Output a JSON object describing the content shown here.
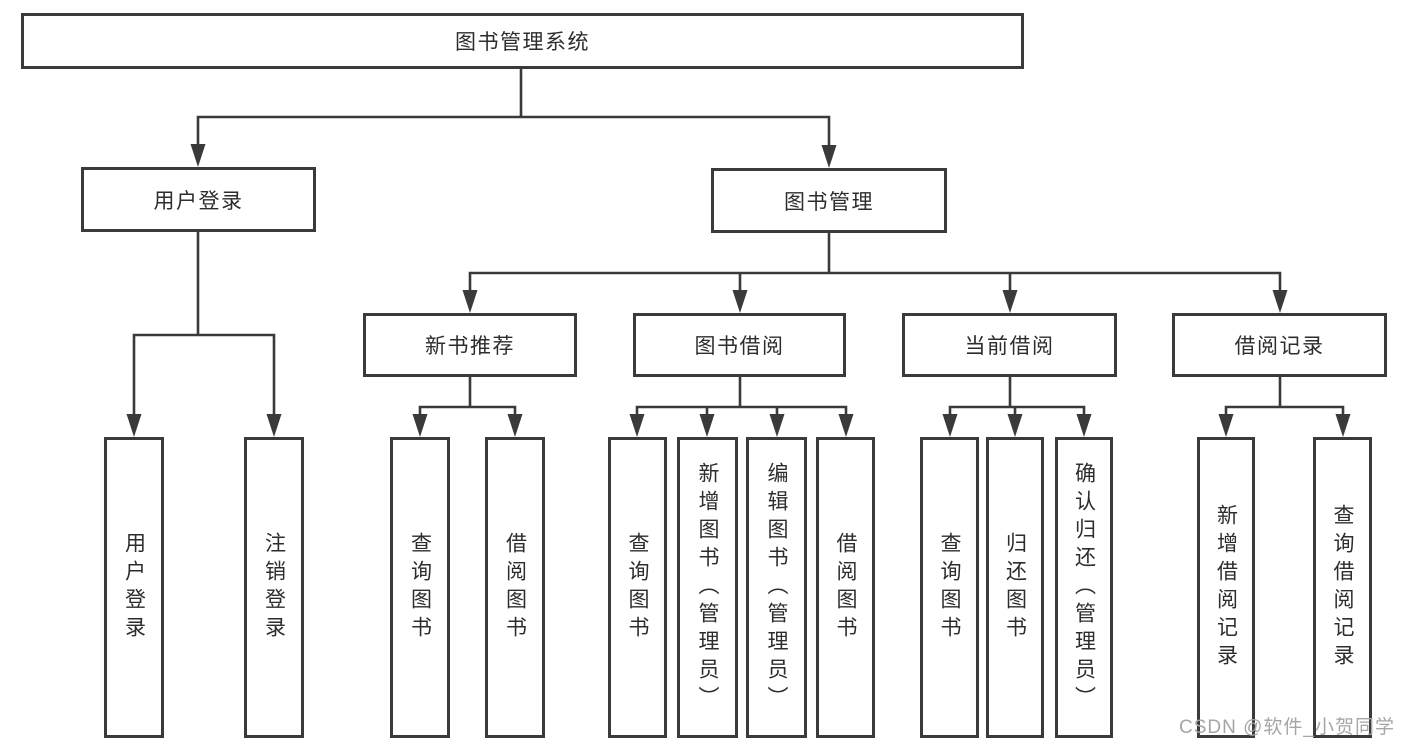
{
  "diagram": {
    "root": {
      "label": "图书管理系统"
    },
    "branches": [
      {
        "label": "用户登录",
        "children": [
          {
            "label": "用户登录"
          },
          {
            "label": "注销登录"
          }
        ]
      },
      {
        "label": "图书管理",
        "children": [
          {
            "label": "新书推荐",
            "children": [
              {
                "label": "查询图书"
              },
              {
                "label": "借阅图书"
              }
            ]
          },
          {
            "label": "图书借阅",
            "children": [
              {
                "label": "查询图书"
              },
              {
                "label": "新增图书（管理员）"
              },
              {
                "label": "编辑图书（管理员）"
              },
              {
                "label": "借阅图书"
              }
            ]
          },
          {
            "label": "当前借阅",
            "children": [
              {
                "label": "查询图书"
              },
              {
                "label": "归还图书"
              },
              {
                "label": "确认归还（管理员）"
              }
            ]
          },
          {
            "label": "借阅记录",
            "children": [
              {
                "label": "新增借阅记录"
              },
              {
                "label": "查询借阅记录"
              }
            ]
          }
        ]
      }
    ],
    "watermark": "CSDN @软件_小贺同学",
    "colors": {
      "line": "#3a3a3a",
      "text": "#2d2d2d",
      "watermark_text": "#a6a6a6",
      "background": "#ffffff"
    }
  }
}
